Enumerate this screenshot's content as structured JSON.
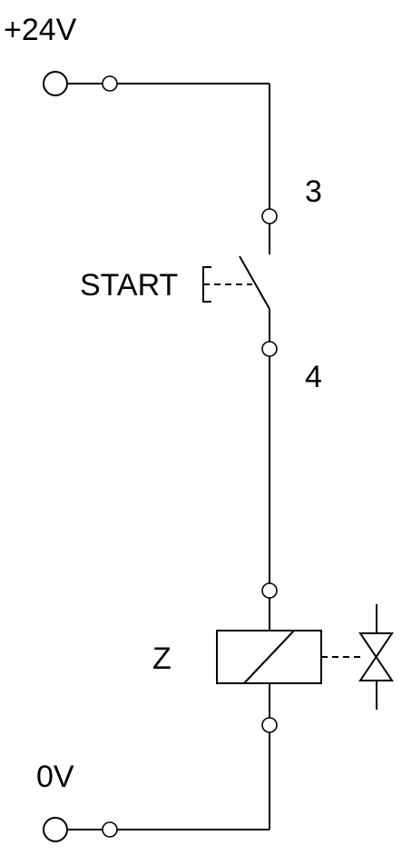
{
  "labels": {
    "supply_positive": "+24V",
    "supply_zero": "0V",
    "terminal_top": "3",
    "terminal_bottom": "4",
    "start_button": "START",
    "coil": "Z"
  }
}
